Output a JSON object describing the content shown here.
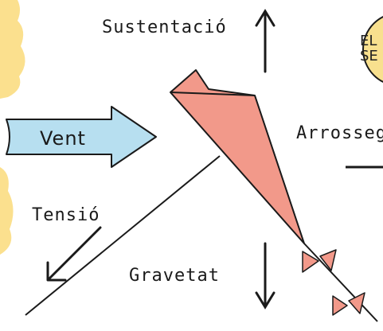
{
  "labels": {
    "lift": "Sustentació",
    "wind": "Vent",
    "drag": "Arrosseg",
    "tension": "Tensió",
    "gravity": "Gravetat"
  },
  "badge": {
    "text": "EL\nSE"
  },
  "colors": {
    "kite_fill": "#f2998a",
    "wind_arrow_fill": "#b7dff0",
    "badge_fill": "#f8e08e",
    "blob_fill": "#fbe08e",
    "ink": "#1a1a1a"
  }
}
